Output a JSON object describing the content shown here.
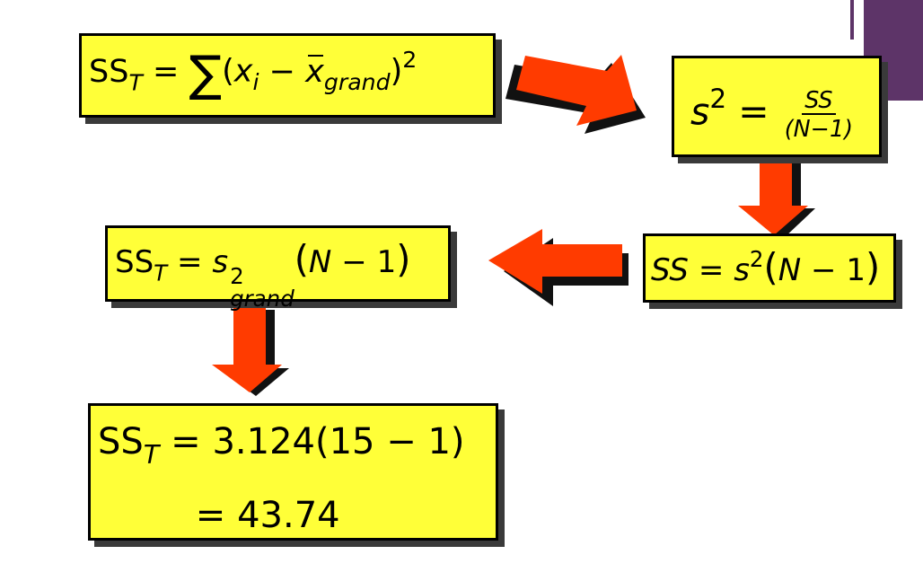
{
  "colors": {
    "box_fill": "#ffff38",
    "arrow_fill": "#ff3b00",
    "arrow_shadow": "#111111",
    "accent": "#5d3468"
  },
  "box1": {
    "lhs": "SS",
    "lhs_sub": "T",
    "eq": "=",
    "sum": "∑",
    "open": "(",
    "x": "x",
    "i": "i",
    "minus": "−",
    "xbar": "x",
    "grand": "grand",
    "close": ")",
    "exp": "2"
  },
  "box2": {
    "s": "s",
    "exp": "2",
    "eq": "=",
    "num": "SS",
    "den": "(N−1)"
  },
  "box3": {
    "lhs": "SS",
    "eq": "=",
    "s": "s",
    "exp": "2",
    "open": "(",
    "N": "N",
    "minus": "−",
    "one": "1",
    "close": ")"
  },
  "box4": {
    "lhs": "SS",
    "lhs_sub": "T",
    "eq": "=",
    "s": "s",
    "exp": "2",
    "grand": "grand",
    "open": "(",
    "N": "N",
    "minus": "−",
    "one": "1",
    "close": ")"
  },
  "box5": {
    "lhs": "SS",
    "lhs_sub": "T",
    "eq": "=",
    "line1_rhs_a": "3.124",
    "line1_rhs_b": "(15 − 1)",
    "eq2": "=",
    "result": "43.74"
  }
}
